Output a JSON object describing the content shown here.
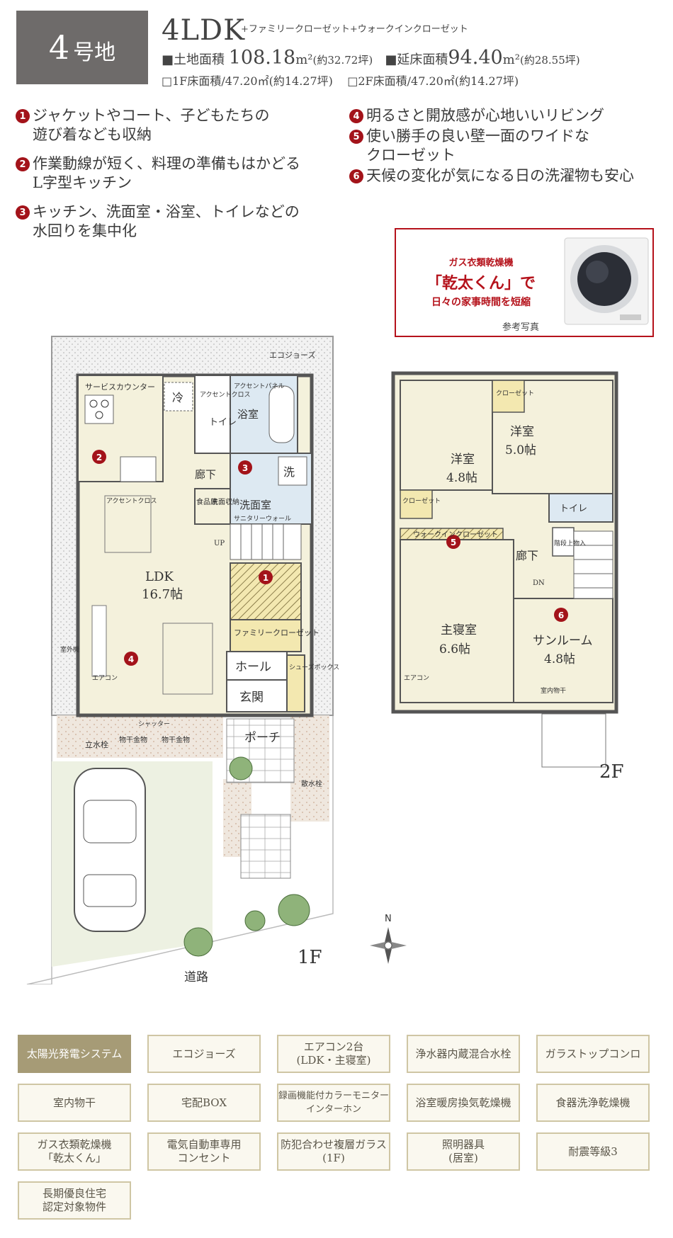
{
  "header": {
    "lot_number": "4",
    "lot_suffix": "号地",
    "plan_type": "4LDK",
    "plan_note": "+ファミリークローゼット+ウォークインクローゼット",
    "land_area_label": "■土地面積",
    "land_area_value": "108.18",
    "land_area_unit": "m²",
    "land_area_tsubo": "(約32.72坪)",
    "floor_area_label": "■延床面積",
    "floor_area_value": "94.40",
    "floor_area_unit": "m²",
    "floor_area_tsubo": "(約28.55坪)",
    "f1_area": "□1F床面積/47.20㎡(約14.27坪)",
    "f2_area": "□2F床面積/47.20㎡(約14.27坪)"
  },
  "features_left": [
    {
      "num": "1",
      "text": "ジャケットやコート、子どもたちの\n遊び着なども収納"
    },
    {
      "num": "2",
      "text": "作業動線が短く、料理の準備もはかどる\nL字型キッチン"
    },
    {
      "num": "3",
      "text": "キッチン、洗面室・浴室、トイレなどの\n水回りを集中化"
    }
  ],
  "features_right": [
    {
      "num": "4",
      "text": "明るさと開放感が心地いいリビング"
    },
    {
      "num": "5",
      "text": "使い勝手の良い壁一面のワイドな\nクローゼット"
    },
    {
      "num": "6",
      "text": "天候の変化が気になる日の洗濯物も安心"
    }
  ],
  "ad": {
    "line1": "ガス衣類乾燥機",
    "line2": "「乾太くん」で",
    "line3": "日々の家事時間を短縮",
    "caption": "参考写真"
  },
  "plan1f": {
    "floor_label": "1F",
    "road": "道路",
    "ecojoes": "エコジョーズ",
    "service_counter": "サービスカウンター",
    "fridge": "冷",
    "accent_cross_wc": "アクセントクロス",
    "toilet": "トイレ",
    "bath": "浴室",
    "accent_panel": "アクセントパネル",
    "washroom": "洗面室",
    "wash": "洗",
    "sanitary": "サニタリーウォール",
    "corridor": "廊下",
    "pantry": "食品庫",
    "wash_storage": "洗面収納",
    "accent_cross": "アクセントクロス",
    "ldk": "LDK",
    "ldk_size": "16.7帖",
    "up": "UP",
    "family_closet": "ファミリークローゼット",
    "hall": "ホール",
    "entrance": "玄関",
    "shoes_box": "シューズボックス",
    "porch": "ポーチ",
    "aircon": "エアコン",
    "outdoor_unit": "室外機",
    "shutter": "シャッター",
    "hanger1": "物干金物",
    "hanger2": "物干金物",
    "faucet": "立水栓",
    "sprinkler": "散水栓",
    "north": "N"
  },
  "plan2f": {
    "floor_label": "2F",
    "room1": "洋室",
    "room1_size": "4.8帖",
    "room2": "洋室",
    "room2_size": "5.0帖",
    "closet1": "クローゼット",
    "closet2": "クローゼット",
    "toilet": "トイレ",
    "corridor": "廊下",
    "storage": "階段上物入",
    "wic": "ウォークインクローゼット",
    "dn": "DN",
    "master": "主寝室",
    "master_size": "6.6帖",
    "sunroom": "サンルーム",
    "sunroom_size": "4.8帖",
    "indoor_dry": "室内物干",
    "aircon": "エアコン"
  },
  "amenities": [
    {
      "label": "太陽光発電システム",
      "active": true
    },
    {
      "label": "エコジョーズ",
      "active": false
    },
    {
      "label": "エアコン2台\n(LDK・主寝室)",
      "active": false
    },
    {
      "label": "浄水器内蔵混合水栓",
      "active": false
    },
    {
      "label": "ガラストップコンロ",
      "active": false
    },
    {
      "label": "室内物干",
      "active": false
    },
    {
      "label": "宅配BOX",
      "active": false
    },
    {
      "label": "録画機能付カラーモニター\nインターホン",
      "active": false
    },
    {
      "label": "浴室暖房換気乾燥機",
      "active": false
    },
    {
      "label": "食器洗浄乾燥機",
      "active": false
    },
    {
      "label": "ガス衣類乾燥機\n「乾太くん」",
      "active": false
    },
    {
      "label": "電気自動車専用\nコンセント",
      "active": false
    },
    {
      "label": "防犯合わせ複層ガラス\n(1F)",
      "active": false
    },
    {
      "label": "照明器具\n(居室)",
      "active": false
    },
    {
      "label": "耐震等級3",
      "active": false
    },
    {
      "label": "長期優良住宅\n認定対象物件",
      "active": false
    }
  ],
  "colors": {
    "lot_bg": "#6e6b6a",
    "marker_red": "#a3131a",
    "room_fill": "#f4f1dc",
    "wet_fill": "#dde9f2",
    "closet_fill": "#f3e8b0",
    "garden_fill": "#edf1e2",
    "amenity_active": "#a69b76"
  }
}
